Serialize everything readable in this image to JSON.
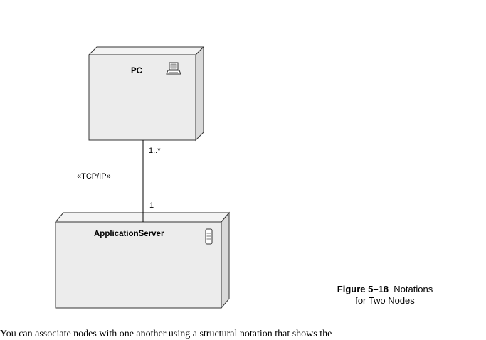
{
  "diagram": {
    "nodes": [
      {
        "name": "PC",
        "icon": "computer-icon"
      },
      {
        "name": "ApplicationServer",
        "icon": "server-icon"
      }
    ],
    "association": {
      "stereotype": "«TCP/IP»",
      "pc_multiplicity": "1..*",
      "server_multiplicity": "1"
    }
  },
  "caption": {
    "figure_label": "Figure 5–18",
    "text_line1": "Notations",
    "text_line2": "for Two Nodes"
  },
  "bottom_text": "You can associate nodes with one another using a structural notation that shows the"
}
